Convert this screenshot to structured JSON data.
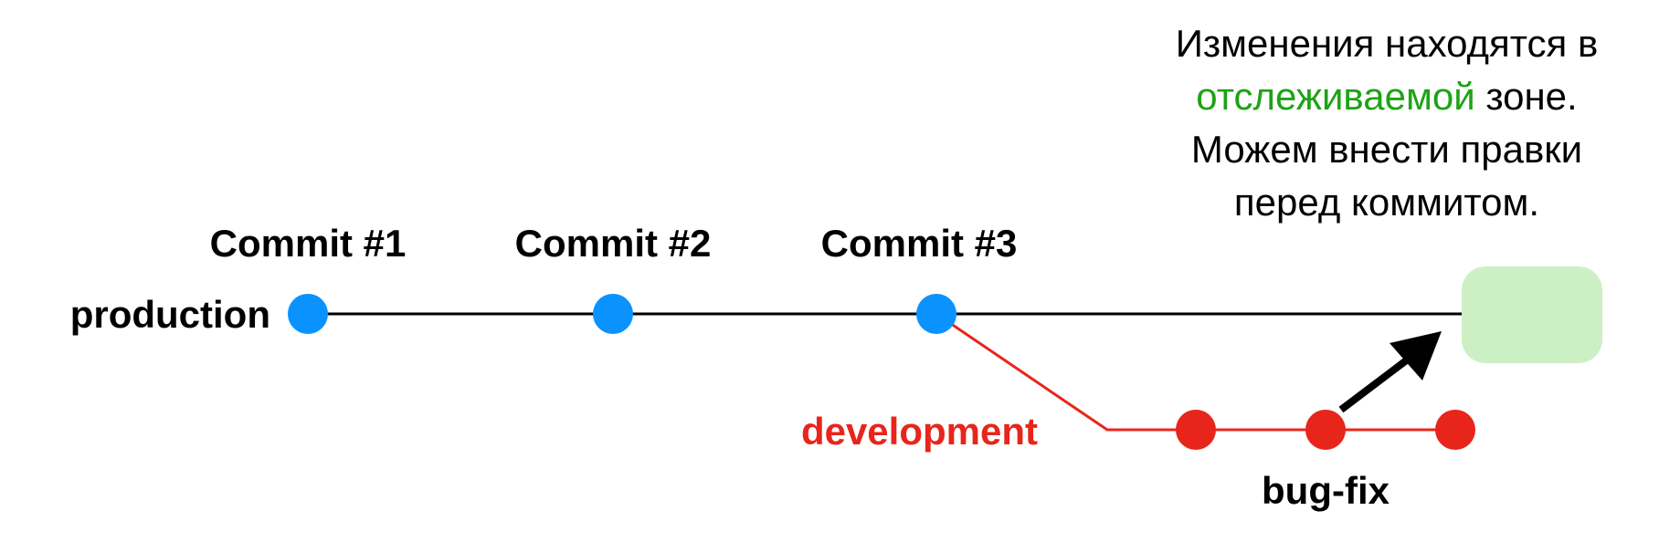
{
  "branches": {
    "production": {
      "label": "production",
      "color": "#000000",
      "commit_color": "#0A93FF",
      "commits": [
        {
          "label": "Commit #1"
        },
        {
          "label": "Commit #2"
        },
        {
          "label": "Commit #3"
        }
      ]
    },
    "development": {
      "label": "development",
      "color": "#E8251B",
      "commits": [
        {
          "label": ""
        },
        {
          "label": "bug-fix"
        },
        {
          "label": ""
        }
      ]
    }
  },
  "staging": {
    "fill_color": "#CCF0C4",
    "note_lines": [
      {
        "parts": [
          {
            "text": "Изменения находятся в",
            "highlight": false
          }
        ]
      },
      {
        "parts": [
          {
            "text": "отслеживаемой",
            "highlight": true
          },
          {
            "text": " зоне.",
            "highlight": false
          }
        ]
      },
      {
        "parts": [
          {
            "text": "Можем внести правки",
            "highlight": false
          }
        ]
      },
      {
        "parts": [
          {
            "text": "перед коммитом.",
            "highlight": false
          }
        ]
      }
    ],
    "highlight_color": "#1DA314",
    "arrow_icon": "arrow-up-right-icon"
  }
}
